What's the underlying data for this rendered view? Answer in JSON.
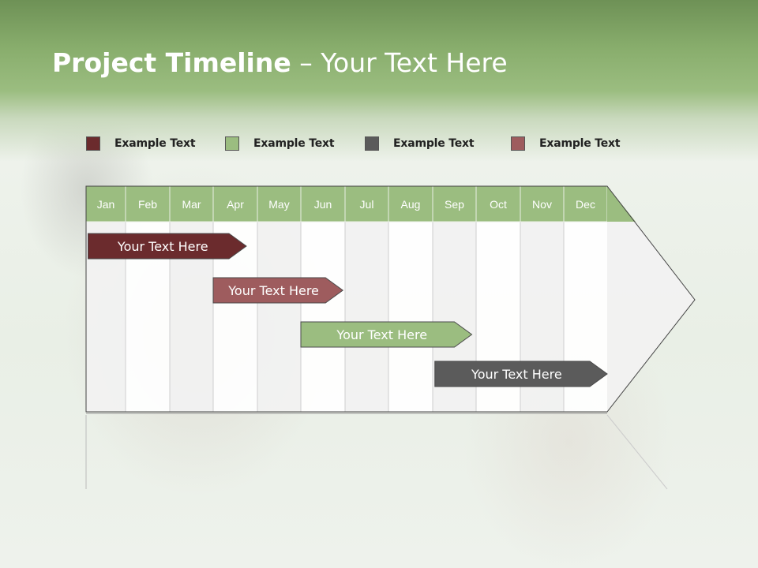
{
  "title": {
    "bold": "Project Timeline",
    "rest": " – Your Text Here"
  },
  "legend": [
    {
      "label": "Example Text",
      "color": "#6b2b2d"
    },
    {
      "label": "Example Text",
      "color": "#9bbd80"
    },
    {
      "label": "Example Text",
      "color": "#5b5b5b"
    },
    {
      "label": "Example Text",
      "color": "#9e5c5e"
    }
  ],
  "colors": {
    "header": "#9bbd80",
    "col_light": "#f2f2f2",
    "col_white": "#ffffff",
    "border": "#555555"
  },
  "chart_data": {
    "type": "gantt",
    "months": [
      "Jan",
      "Feb",
      "Mar",
      "Apr",
      "May",
      "Jun",
      "Jul",
      "Aug",
      "Sep",
      "Oct",
      "Nov",
      "Dec"
    ],
    "tasks": [
      {
        "label": "Your  Text Here",
        "start": 0.05,
        "end": 3.75,
        "color": "#6b2b2d"
      },
      {
        "label": "Your  Text Here",
        "start": 3.0,
        "end": 5.95,
        "color": "#9e5c5e"
      },
      {
        "label": "Your  Text Here",
        "start": 5.0,
        "end": 8.9,
        "color": "#9bbd80"
      },
      {
        "label": "Your  Text Here",
        "start": 8.05,
        "end": 12.0,
        "color": "#5b5b5b"
      }
    ]
  }
}
